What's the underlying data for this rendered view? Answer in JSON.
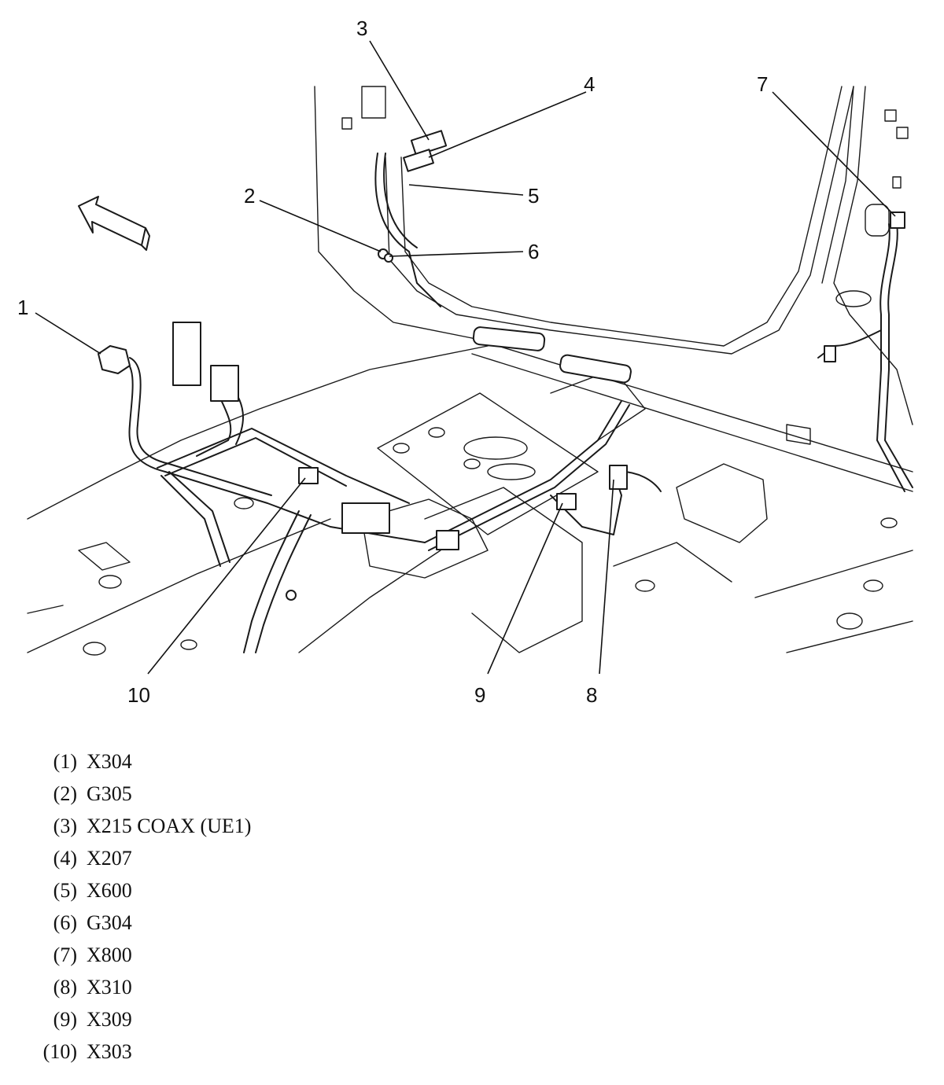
{
  "diagram": {
    "callouts": [
      {
        "number": "1",
        "code": "X304"
      },
      {
        "number": "2",
        "code": "G305"
      },
      {
        "number": "3",
        "code": "X215 COAX (UE1)"
      },
      {
        "number": "4",
        "code": "X207"
      },
      {
        "number": "5",
        "code": "X600"
      },
      {
        "number": "6",
        "code": "G304"
      },
      {
        "number": "7",
        "code": "X800"
      },
      {
        "number": "8",
        "code": "X310"
      },
      {
        "number": "9",
        "code": "X309"
      },
      {
        "number": "10",
        "code": "X303"
      }
    ]
  },
  "legend": {
    "items": [
      {
        "label": "(1)",
        "code": "X304"
      },
      {
        "label": "(2)",
        "code": "G305"
      },
      {
        "label": "(3)",
        "code": "X215 COAX (UE1)"
      },
      {
        "label": "(4)",
        "code": "X207"
      },
      {
        "label": "(5)",
        "code": "X600"
      },
      {
        "label": "(6)",
        "code": "G304"
      },
      {
        "label": "(7)",
        "code": "X800"
      },
      {
        "label": "(8)",
        "code": "X310"
      },
      {
        "label": "(9)",
        "code": "X309"
      },
      {
        "label": "(10)",
        "code": "X303"
      }
    ]
  }
}
